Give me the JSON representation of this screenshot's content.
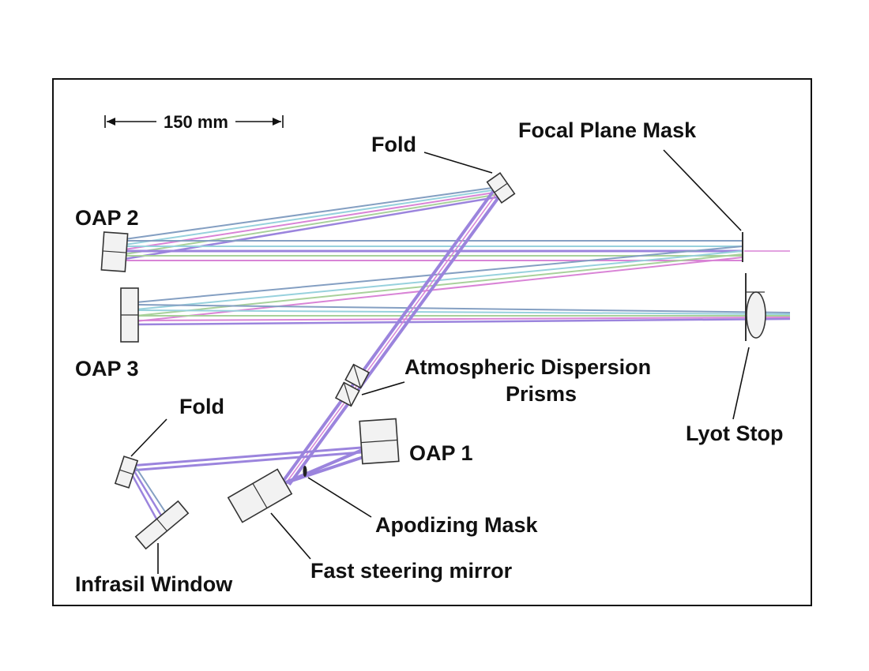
{
  "scale_bar": {
    "label": "150 mm"
  },
  "labels": {
    "fold_top": "Fold",
    "focal_plane_mask": "Focal Plane Mask",
    "oap2": "OAP 2",
    "oap3": "OAP 3",
    "adp_line1": "Atmospheric Dispersion",
    "adp_line2": "Prisms",
    "fold_bottom": "Fold",
    "lyot_stop": "Lyot Stop",
    "oap1": "OAP 1",
    "apodizing_mask": "Apodizing Mask",
    "fast_steering_mirror": "Fast steering mirror",
    "infrasil_window": "Infrasil Window"
  },
  "colors": {
    "frame": "#111111",
    "beam_main": "#8a6fd8",
    "beam_blue": "#6f8fb8",
    "beam_green": "#9ac98a",
    "beam_pink": "#d36fd0",
    "beam_cyan": "#86c9d8"
  }
}
